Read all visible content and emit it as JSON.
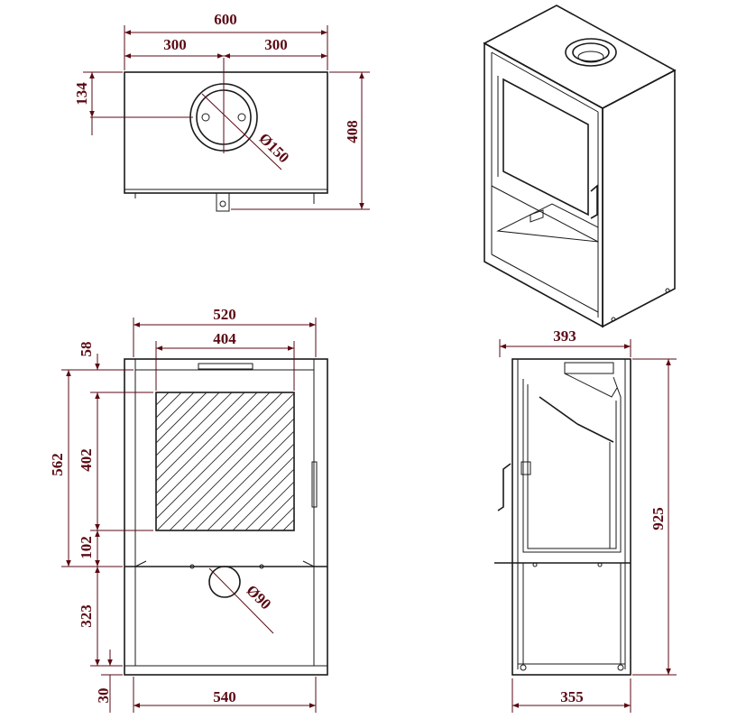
{
  "top_view": {
    "width_total": "600",
    "width_left": "300",
    "width_right": "300",
    "flue_offset": "134",
    "depth": "408",
    "flue_diameter": "Ø150"
  },
  "front_view": {
    "width_top": "520",
    "window_width": "404",
    "top_margin": "58",
    "window_height": "402",
    "door_height": "562",
    "bottom_margin": "102",
    "base_height": "323",
    "feet_height": "30",
    "width_bottom": "540",
    "air_inlet_diameter": "Ø90"
  },
  "side_view": {
    "depth_top": "393",
    "height_total": "925",
    "depth_bottom": "355"
  },
  "colors": {
    "dimension": "#5a0a14",
    "outline": "#1a1a1a",
    "background": "#ffffff"
  }
}
